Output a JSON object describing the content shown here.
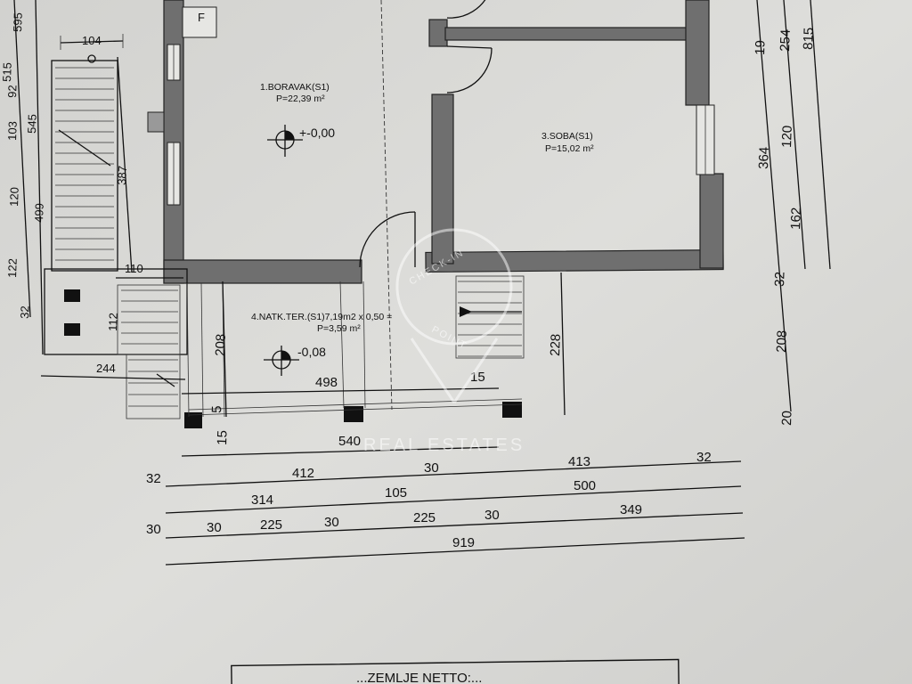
{
  "rooms": {
    "boravak": {
      "name": "1.BORAVAK(S1)",
      "area": "P=22,39 m²"
    },
    "soba": {
      "name": "3.SOBA(S1)",
      "area": "P=15,02 m²"
    },
    "natkriveno": {
      "name": "4.NATK.TER.(S1)7,19m2 x 0,50 =",
      "area": "P=3,59 m²"
    }
  },
  "levels": {
    "main": "+-0,00",
    "terrace": "-0,08"
  },
  "stair_dims": {
    "width": "104",
    "run": "387",
    "d110": "110",
    "d112": "112",
    "d244": "244"
  },
  "left_dims": [
    "515",
    "595",
    "92",
    "103",
    "545",
    "120",
    "499",
    "122",
    "32"
  ],
  "right_dims": {
    "col_a": [
      "19",
      "364",
      "32",
      "208",
      "20"
    ],
    "col_b": [
      "254",
      "120",
      "162"
    ],
    "col_c": [
      "815"
    ]
  },
  "inner_dims": {
    "d208": "208",
    "d498": "498",
    "d15a": "15",
    "d5": "5",
    "d15b": "15",
    "d540": "540",
    "d228": "228"
  },
  "bottom_dims": {
    "row1": [
      "32",
      "412",
      "30",
      "413",
      "32"
    ],
    "row2": [
      "314",
      "105",
      "500"
    ],
    "row3": [
      "30",
      "30",
      "225",
      "30",
      "225",
      "30",
      "349"
    ],
    "row4": [
      "919"
    ]
  },
  "footer_box": "...ZEMLJE NETTO:...",
  "watermark": {
    "line1": "CHECK-IN",
    "line2": "POINT",
    "line3": "REAL ESTATES"
  }
}
